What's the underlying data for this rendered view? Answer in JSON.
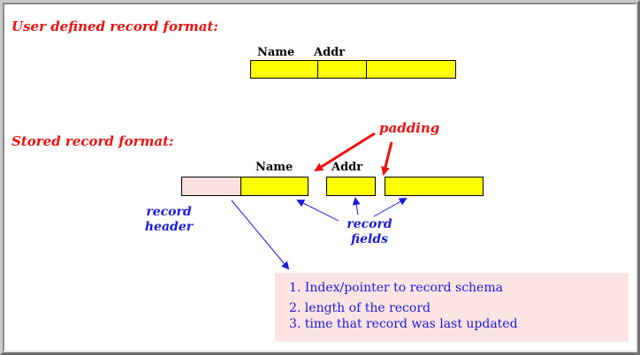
{
  "user_format": {
    "title": "User defined record format:",
    "name_label": "Name",
    "addr_label": "Addr"
  },
  "stored_format": {
    "title": "Stored record format:",
    "name_label": "Name",
    "addr_label": "Addr",
    "padding_label": "padding",
    "record_header_label": "record\nheader",
    "record_fields_label": "record\nfields"
  },
  "header_contents": [
    "1. Index/pointer to record schema",
    "2. length of the record",
    "3. time that record was last updated"
  ],
  "colors": {
    "field_fill": "#ffff00",
    "header_fill": "#fbe0e0",
    "red_text": "#ee1111",
    "blue_text": "#1a1add"
  }
}
